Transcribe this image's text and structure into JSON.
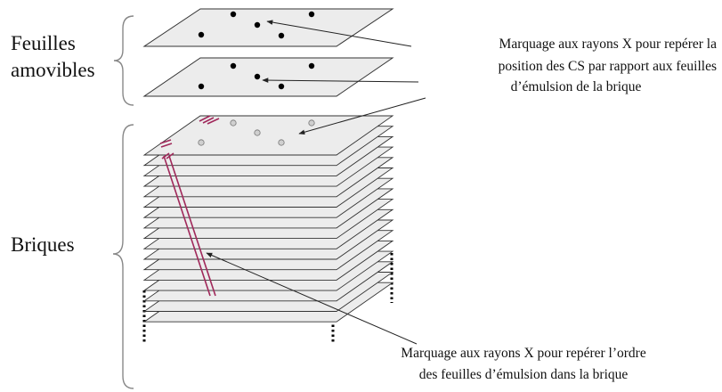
{
  "labels": {
    "removable_sheets_line1": "Feuilles",
    "removable_sheets_line2": "amovibles",
    "bricks": "Briques"
  },
  "annotations": {
    "xray_position_line1": "Marquage aux rayons X pour repérer la",
    "xray_position_line2": "position des CS par rapport aux feuilles",
    "xray_position_line3": "d’émulsion de la brique",
    "xray_order_line1": "Marquage aux rayons X pour repérer l’ordre",
    "xray_order_line2": "des feuilles d’émulsion dans la brique"
  },
  "colors": {
    "sheet_fill": "#ececec",
    "sheet_stroke": "#333333",
    "dot": "#000000",
    "faint_dot": "#b0b0b0",
    "xray_mark": "#a0285a",
    "brace": "#888888"
  }
}
